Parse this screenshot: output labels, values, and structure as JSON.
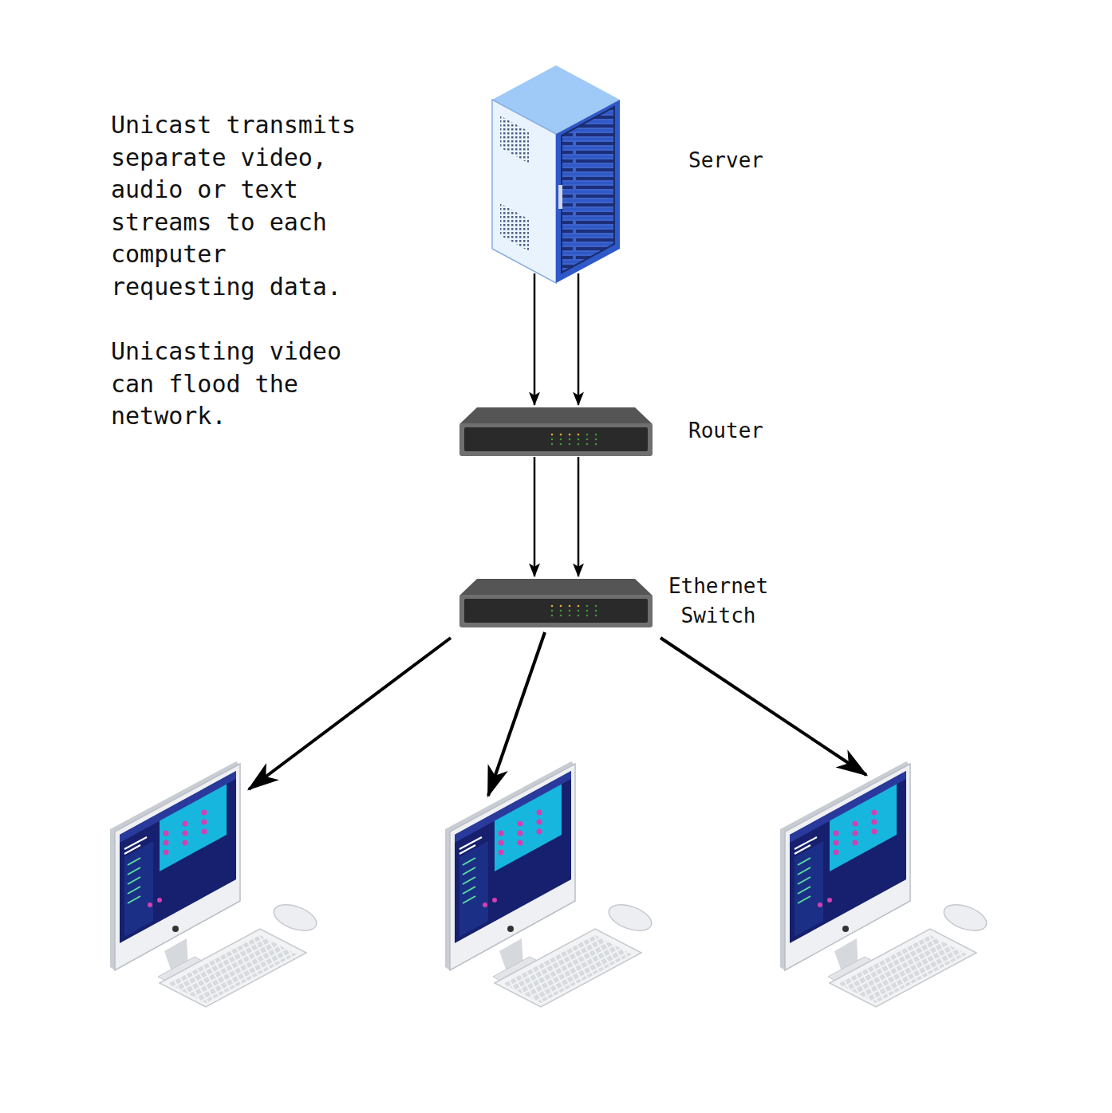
{
  "diagram": {
    "nodes": [
      {
        "text": [
          "Server"
        ]
      },
      {
        "text": [
          "Router"
        ]
      },
      {
        "text": [
          "Ethernet Switch"
        ]
      }
    ],
    "edges": [
      {
        "from": 0,
        "to": 1,
        "arrow": "to"
      },
      {
        "from": 0,
        "to": 1,
        "arrow": "to"
      },
      {
        "from": 1,
        "to": 2,
        "arrow": "to"
      },
      {
        "from": 1,
        "to": 2,
        "arrow": "to"
      }
    ],
    "labels": [
      "Unicast transmits separate video, audio or text streams to each computer requesting data.",
      "Unicasting video can flood the network."
    ]
  }
}
